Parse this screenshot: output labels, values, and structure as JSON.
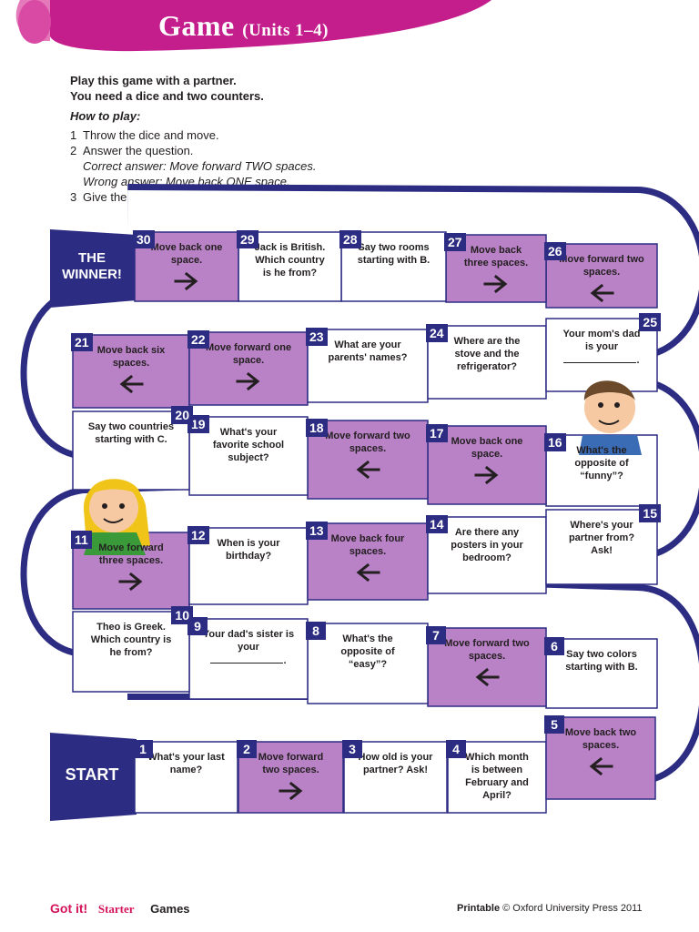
{
  "header": {
    "title": "Game",
    "subtitle": "(Units 1–4)",
    "accent": "#c41d8c"
  },
  "intro": {
    "line1": "Play this game with a partner.",
    "line2": "You need a dice and two counters.",
    "how": "How to play:",
    "steps": [
      {
        "n": "1",
        "text": "Throw the dice and move."
      },
      {
        "n": "2",
        "text": "Answer the question.",
        "extra": [
          "Correct answer: Move forward TWO spaces.",
          "Wrong answer: Move back ONE space."
        ]
      },
      {
        "n": "3",
        "text": "Give the dice to your partner."
      }
    ]
  },
  "board": {
    "start": "START",
    "winner": "THE WINNER!",
    "colors": {
      "path": "#2d2c83",
      "purple": "#b981c6",
      "white": "#ffffff"
    },
    "cells": [
      {
        "n": "1",
        "text": "What's your last name?"
      },
      {
        "n": "2",
        "text": "Move forward two spaces.",
        "arrow": "right"
      },
      {
        "n": "3",
        "text": "How old is your partner? Ask!"
      },
      {
        "n": "4",
        "text": "Which month is between February and April?"
      },
      {
        "n": "5",
        "text": "Move back two spaces.",
        "arrow": "left"
      },
      {
        "n": "6",
        "text": "Say two colors starting with B."
      },
      {
        "n": "7",
        "text": "Move forward two spaces.",
        "arrow": "left"
      },
      {
        "n": "8",
        "text": "What's the opposite of “easy”?"
      },
      {
        "n": "9",
        "text": "Your dad's sister is your",
        "blank": true
      },
      {
        "n": "10",
        "text": "Theo is Greek. Which country is he from?"
      },
      {
        "n": "11",
        "text": "Move forward three spaces.",
        "arrow": "right"
      },
      {
        "n": "12",
        "text": "When is your birthday?"
      },
      {
        "n": "13",
        "text": "Move back four spaces.",
        "arrow": "left"
      },
      {
        "n": "14",
        "text": "Are there any posters in your bedroom?"
      },
      {
        "n": "15",
        "text": "Where's your partner from? Ask!"
      },
      {
        "n": "16",
        "text": "What's the opposite of “funny”?"
      },
      {
        "n": "17",
        "text": "Move back one space.",
        "arrow": "right"
      },
      {
        "n": "18",
        "text": "Move forward two spaces.",
        "arrow": "left"
      },
      {
        "n": "19",
        "text": "What's your favorite school subject?"
      },
      {
        "n": "20",
        "text": "Say two countries starting with C."
      },
      {
        "n": "21",
        "text": "Move back six spaces.",
        "arrow": "left"
      },
      {
        "n": "22",
        "text": "Move forward one space.",
        "arrow": "right"
      },
      {
        "n": "23",
        "text": "What are your parents' names?"
      },
      {
        "n": "24",
        "text": "Where are the stove and the refrigerator?"
      },
      {
        "n": "25",
        "text": "Your mom's dad is your",
        "blank": true
      },
      {
        "n": "26",
        "text": "Move forward two spaces.",
        "arrow": "left"
      },
      {
        "n": "27",
        "text": "Move back three spaces.",
        "arrow": "right"
      },
      {
        "n": "28",
        "text": "Say two rooms starting with B."
      },
      {
        "n": "29",
        "text": "Jack is British. Which country is he from?"
      },
      {
        "n": "30",
        "text": "Move back one space.",
        "arrow": "right"
      }
    ]
  },
  "footer": {
    "brand": "Got it!",
    "level": "Starter",
    "section": "Games",
    "printable": "Printable",
    "copyright": "© Oxford University Press 2011"
  }
}
